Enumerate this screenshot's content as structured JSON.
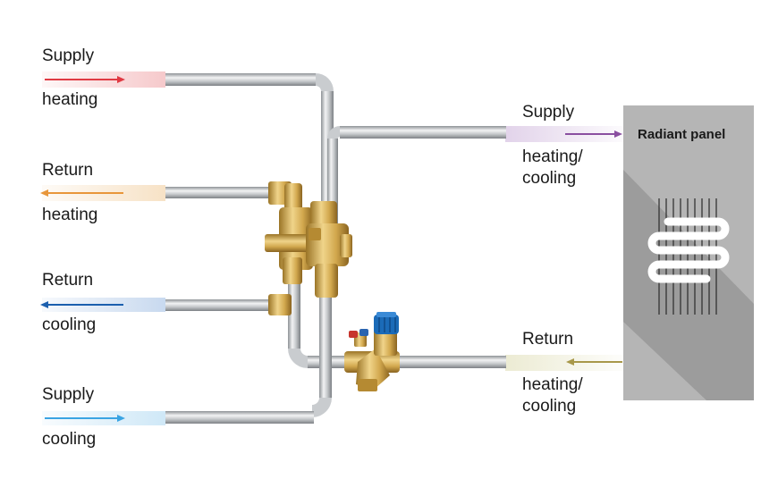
{
  "colors": {
    "supply_heating": "#e03a43",
    "return_heating": "#e8963a",
    "return_cooling": "#1b5fae",
    "supply_cooling": "#3aa4e3",
    "supply_mixed": "#8a4fa0",
    "return_mixed": "#a8984a",
    "panel_light": "#b3b3b3",
    "panel_dark": "#9a9a9a",
    "pipe": "#b9bcc0",
    "brass": "#c9a24a",
    "valve_cap": "#1b6bb8"
  },
  "labels": {
    "supply_heating": {
      "top": "Supply",
      "bottom": "heating"
    },
    "return_heating": {
      "top": "Return",
      "bottom": "heating"
    },
    "return_cooling": {
      "top": "Return",
      "bottom": "cooling"
    },
    "supply_cooling": {
      "top": "Supply",
      "bottom": "cooling"
    },
    "panel_supply": {
      "top": "Supply",
      "bottom": "heating/\ncooling"
    },
    "panel_return": {
      "top": "Return",
      "bottom": "heating/\ncooling"
    }
  },
  "panel": {
    "title": "Radiant panel"
  }
}
